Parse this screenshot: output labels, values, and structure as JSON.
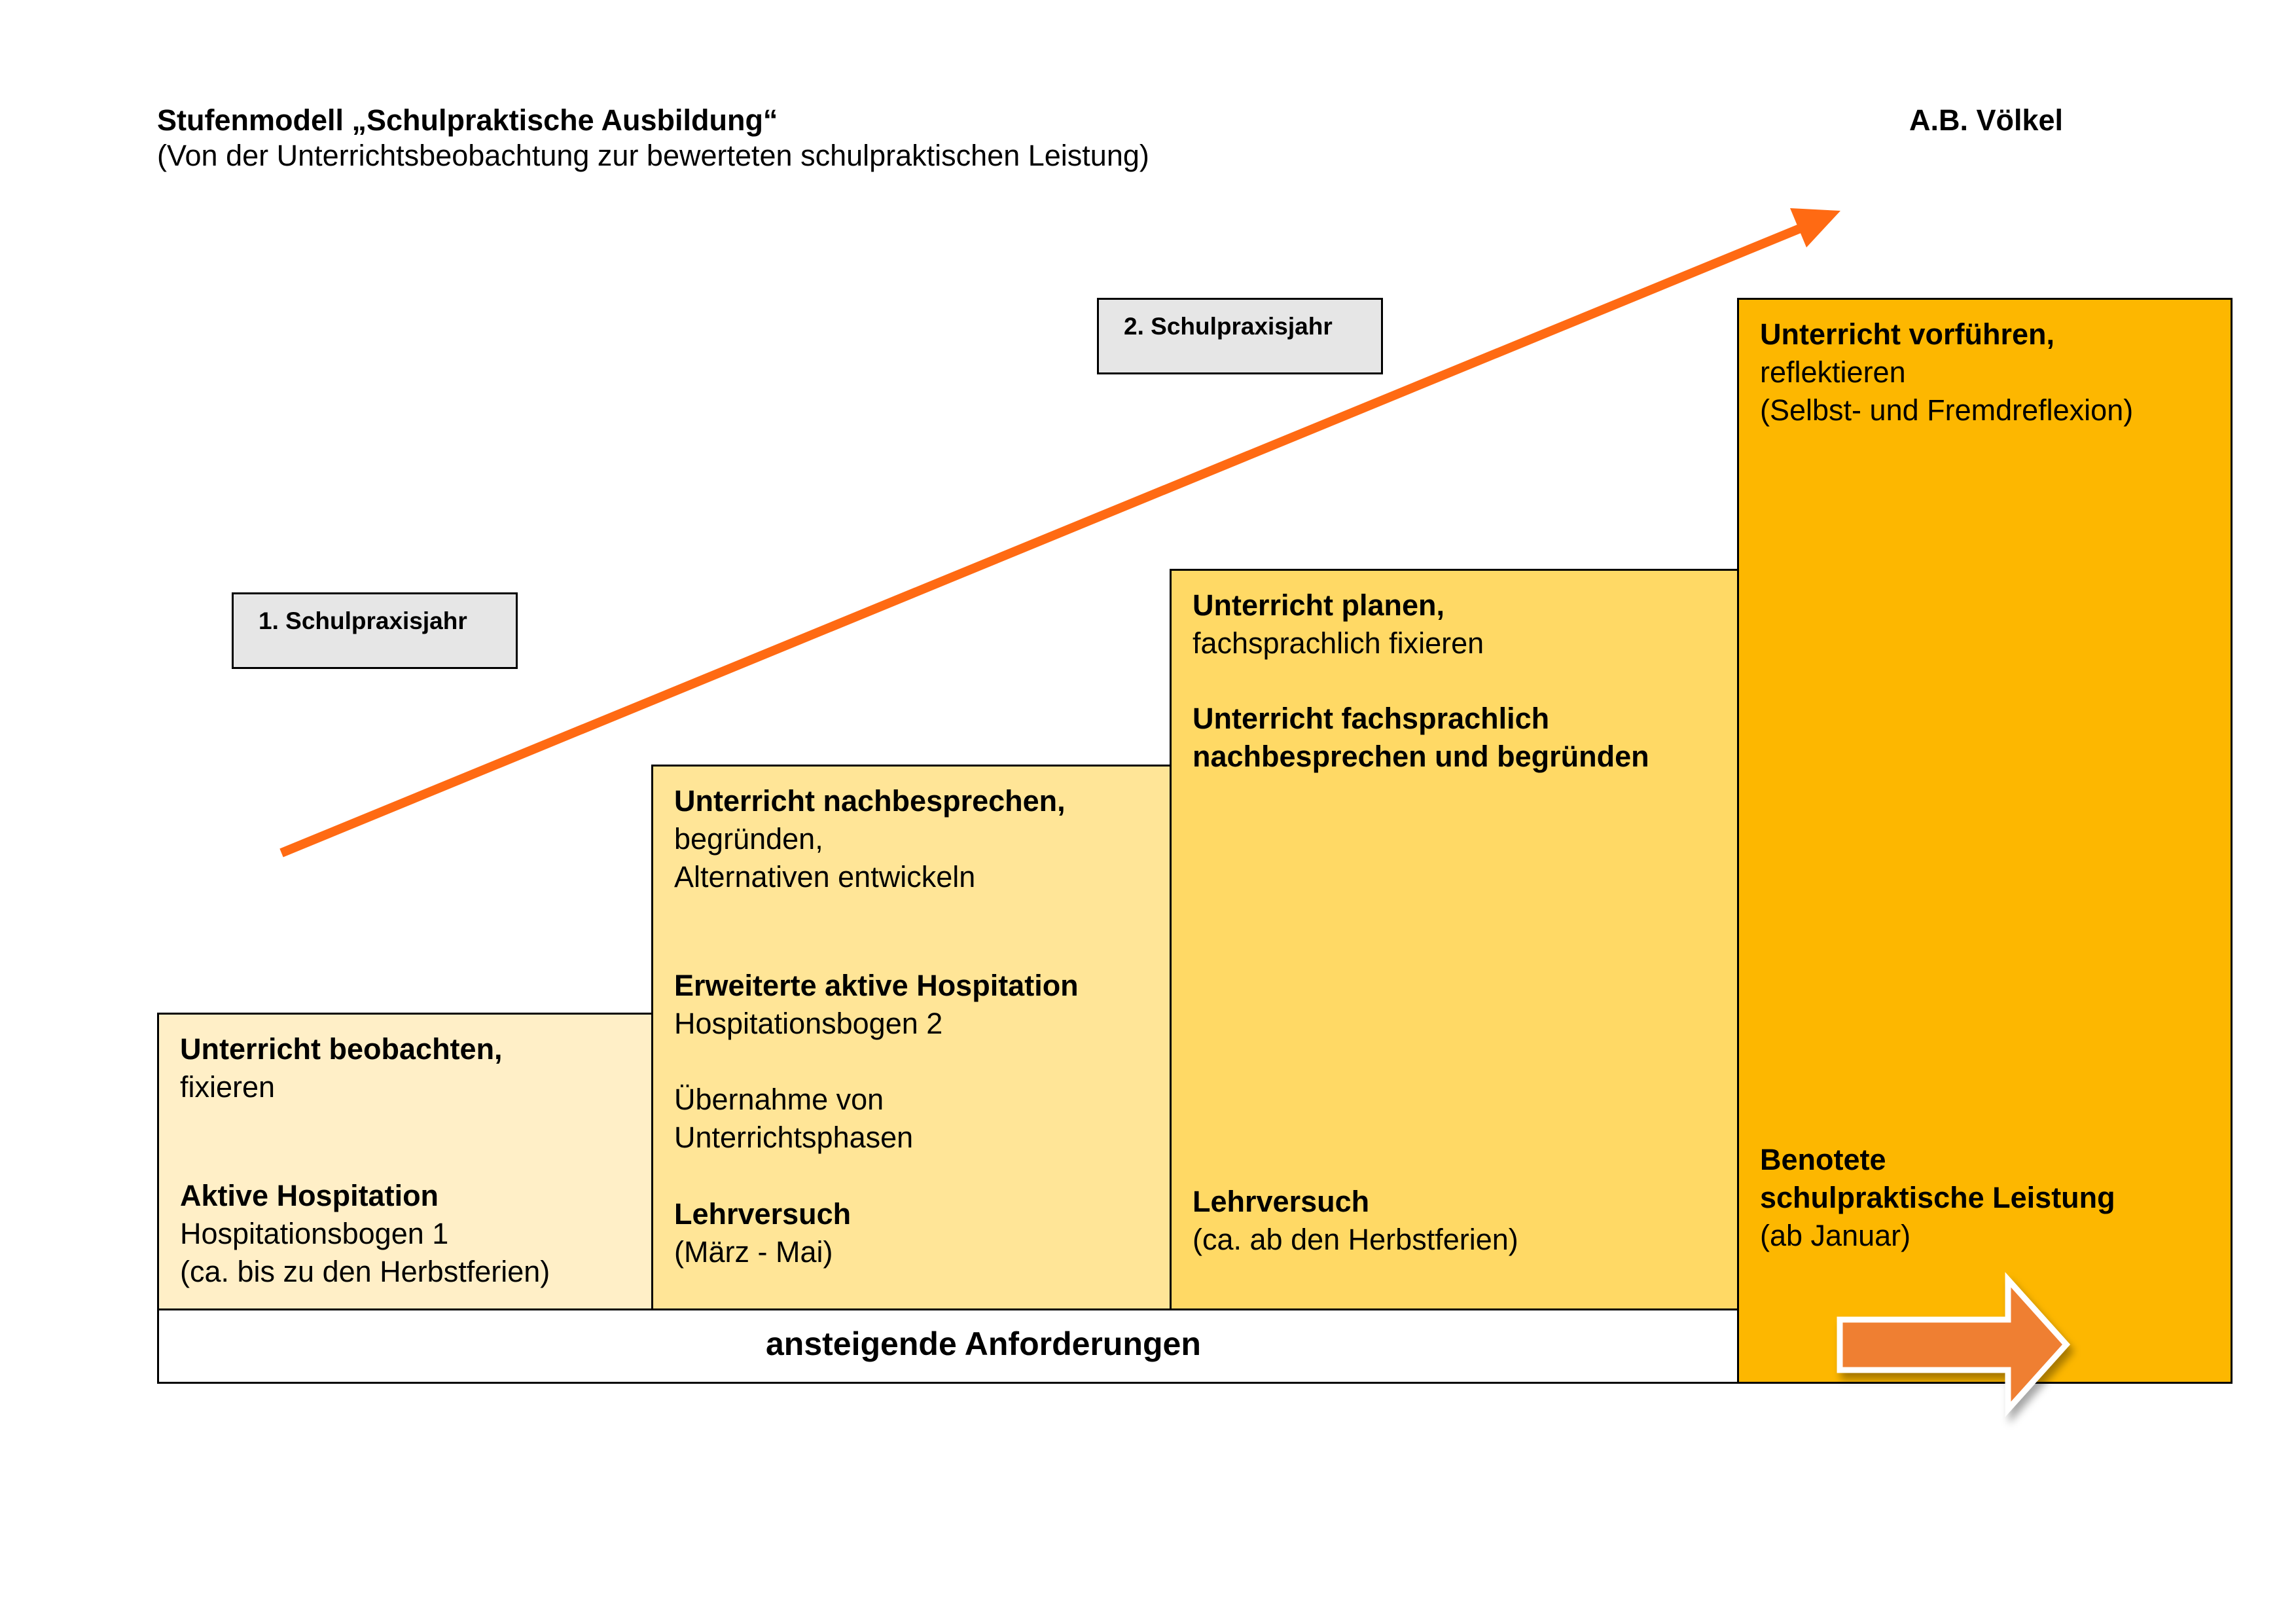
{
  "header": {
    "title": "Stufenmodell „Schulpraktische Ausbildung“",
    "subtitle": "(Von der Unterrichtsbeobachtung zur bewerteten schulpraktischen Leistung)",
    "author": "A.B. Völkel"
  },
  "years": {
    "first": "1. Schulpraxisjahr",
    "second": "2. Schulpraxisjahr"
  },
  "steps": [
    {
      "top_bold": "Unterricht beobachten,",
      "top_lines": [
        "fixieren"
      ],
      "bottom_bold": "Aktive Hospitation",
      "bottom_lines": [
        "Hospitationsbogen 1",
        "(ca. bis zu den Herbstferien)"
      ]
    },
    {
      "top_bold": "Unterricht nachbesprechen,",
      "top_lines": [
        "begründen,",
        "Alternativen entwickeln"
      ],
      "mid_bold": "Erweiterte aktive Hospitation",
      "mid_lines": [
        "Hospitationsbogen 2"
      ],
      "mid2_lines": [
        "Übernahme von",
        "Unterrichtsphasen"
      ],
      "bottom_bold": "Lehrversuch",
      "bottom_lines": [
        "(März - Mai)"
      ]
    },
    {
      "top_bold": "Unterricht planen,",
      "top_lines": [
        "fachsprachlich fixieren"
      ],
      "mid_bold_lines": [
        "Unterricht fachsprachlich",
        "nachbesprechen und begründen"
      ],
      "bottom_bold": "Lehrversuch",
      "bottom_lines": [
        "(ca. ab den Herbstferien)"
      ]
    },
    {
      "top_bold": "Unterricht vorführen,",
      "top_lines": [
        "reflektieren",
        "(Selbst- und Fremdreflexion)"
      ],
      "bottom_bold_lines": [
        "Benotete",
        "schulpraktische Leistung"
      ],
      "bottom_lines": [
        "(ab Januar)"
      ]
    }
  ],
  "baseline": {
    "label": "ansteigende Anforderungen"
  },
  "colors": {
    "trend_arrow": "#ff6a13",
    "block_arrow": "#ef7f33",
    "step1": "#ffefc7",
    "step2": "#ffe597",
    "step3": "#ffd965",
    "step4": "#fdb700",
    "year_box": "#e6e6e6"
  }
}
